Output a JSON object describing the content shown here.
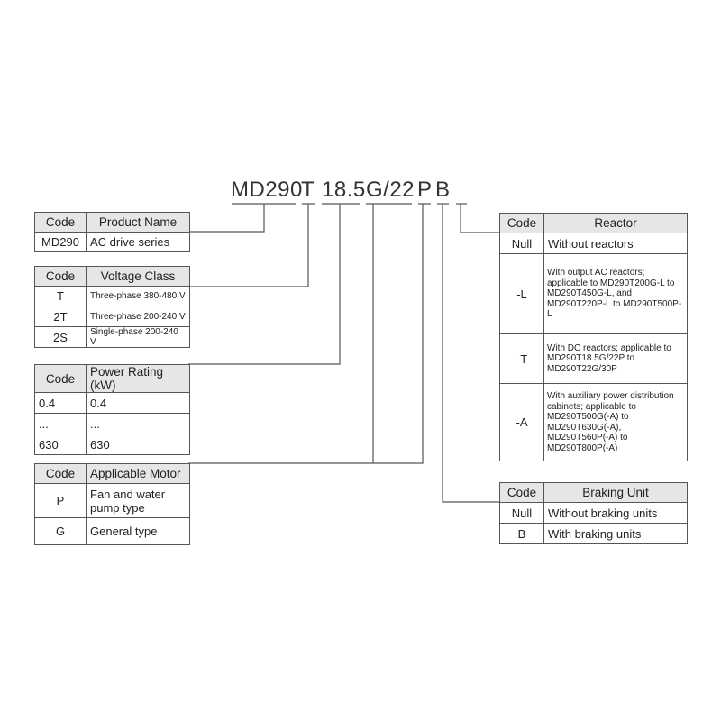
{
  "model_code": {
    "parts": [
      "MD290",
      "T",
      "18.5",
      "G/22",
      "P",
      "B"
    ]
  },
  "tables": {
    "product": {
      "headers": [
        "Code",
        "Product Name"
      ],
      "rows": [
        [
          "MD290",
          "AC drive series"
        ]
      ]
    },
    "voltage": {
      "headers": [
        "Code",
        "Voltage Class"
      ],
      "rows": [
        [
          "T",
          "Three-phase 380-480 V"
        ],
        [
          "2T",
          "Three-phase 200-240 V"
        ],
        [
          "2S",
          "Single-phase 200-240 V"
        ]
      ]
    },
    "power": {
      "headers": [
        "Code",
        "Power Rating (kW)"
      ],
      "rows": [
        [
          "0.4",
          "0.4"
        ],
        [
          "...",
          "..."
        ],
        [
          "630",
          "630"
        ]
      ]
    },
    "motor": {
      "headers": [
        "Code",
        "Applicable Motor"
      ],
      "rows": [
        [
          "P",
          "Fan and water pump type"
        ],
        [
          "G",
          "General type"
        ]
      ]
    },
    "reactor": {
      "headers": [
        "Code",
        "Reactor"
      ],
      "rows": [
        [
          "Null",
          "Without reactors"
        ],
        [
          "-L",
          "With output AC reactors; applicable to MD290T200G-L to MD290T450G-L, and MD290T220P-L to MD290T500P-L"
        ],
        [
          "-T",
          "With DC reactors; applicable to MD290T18.5G/22P to MD290T22G/30P"
        ],
        [
          "-A",
          "With auxiliary power distribution cabinets; applicable to MD290T500G(-A) to MD290T630G(-A), MD290T560P(-A) to MD290T800P(-A)"
        ]
      ]
    },
    "braking": {
      "headers": [
        "Code",
        "Braking Unit"
      ],
      "rows": [
        [
          "Null",
          "Without braking units"
        ],
        [
          "B",
          "With braking units"
        ]
      ]
    }
  }
}
